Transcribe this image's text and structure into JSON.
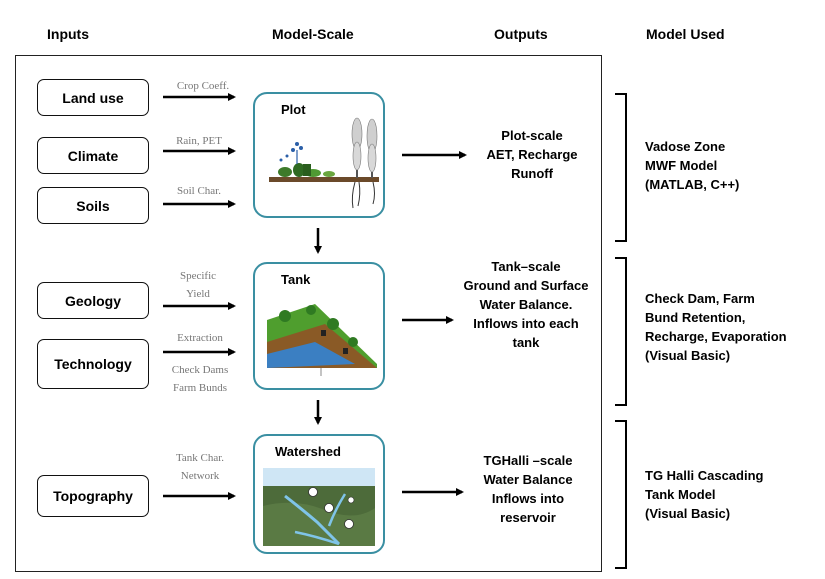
{
  "headers": {
    "inputs": "Inputs",
    "model_scale": "Model-Scale",
    "outputs": "Outputs",
    "model_used": "Model Used"
  },
  "inputs": {
    "land_use": "Land use",
    "climate": "Climate",
    "soils": "Soils",
    "geology": "Geology",
    "technology": "Technology",
    "topography": "Topography"
  },
  "arrow_labels": {
    "crop_coeff": "Crop Coeff.",
    "rain_pet": "Rain, PET",
    "soil_char": "Soil Char.",
    "specific_yield": [
      "Specific",
      "Yield"
    ],
    "extraction": "Extraction",
    "check_dams_farm_bunds": [
      "Check Dams",
      "Farm Bunds"
    ],
    "tank_char_network": [
      "Tank Char.",
      "Network"
    ]
  },
  "scales": {
    "plot": "Plot",
    "tank": "Tank",
    "watershed": "Watershed"
  },
  "outputs": {
    "plot": [
      "Plot-scale",
      "AET, Recharge",
      "Runoff"
    ],
    "tank": [
      "Tank–scale",
      "Ground and Surface",
      "Water Balance.",
      "Inflows  into each",
      "tank"
    ],
    "watershed": [
      "TGHalli –scale",
      "Water Balance",
      "Inflows  into",
      "reservoir"
    ]
  },
  "models": {
    "plot": [
      "Vadose Zone",
      "MWF Model",
      "(MATLAB, C++)"
    ],
    "tank": [
      "Check Dam, Farm",
      "Bund Retention,",
      "Recharge, Evaporation",
      "(Visual Basic)"
    ],
    "watershed": [
      "TG Halli Cascading",
      "Tank Model",
      "(Visual Basic)"
    ]
  },
  "colors": {
    "scale_border": "#3a8fa2",
    "arrow_label": "#777777"
  }
}
